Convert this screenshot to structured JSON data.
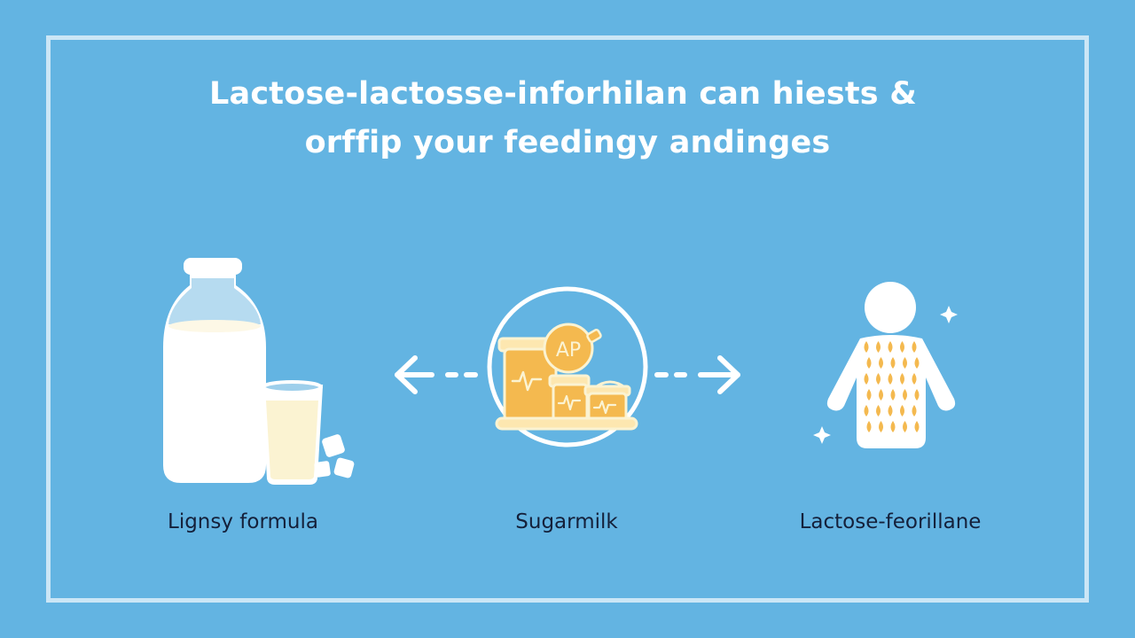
{
  "heading": {
    "line1": "Lactose-lactosse-inforhilan can hiests &",
    "line2": "orffip your feedingy andinges"
  },
  "items": [
    {
      "label": "Lignsy formula"
    },
    {
      "label": "Sugarmilk",
      "badge": "AP"
    },
    {
      "label": "Lactose-feorillane"
    }
  ],
  "colors": {
    "background": "#63b4e2",
    "frame": "#cbe6f6",
    "accent": "#f4b94f",
    "cream": "#fbf3d2"
  }
}
